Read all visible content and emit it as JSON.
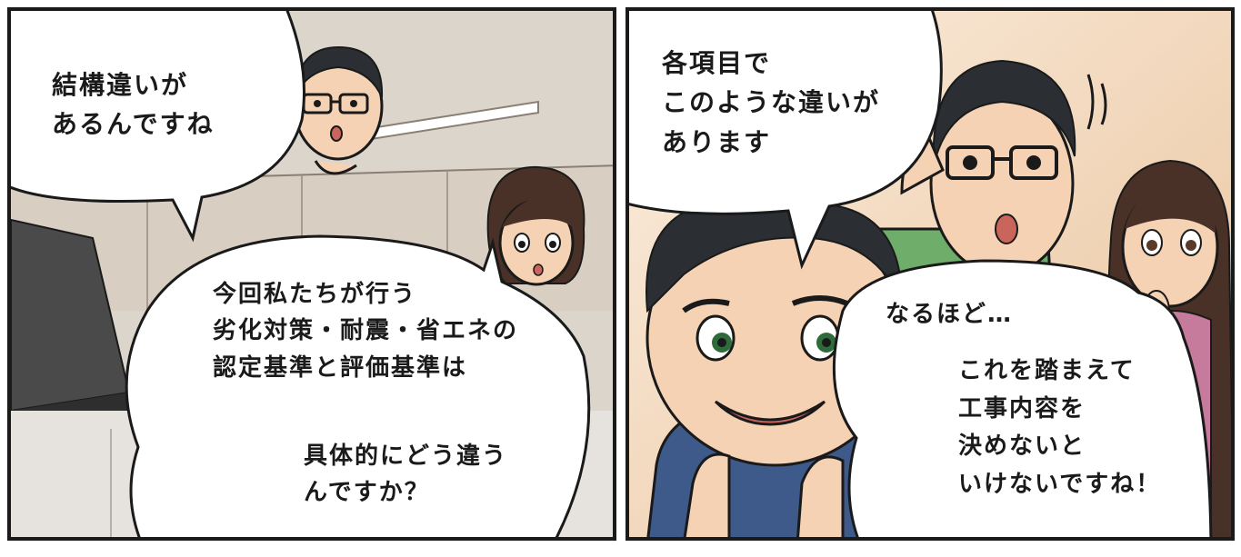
{
  "panels": [
    {
      "speech": {
        "kekkou": [
          "結構違いが",
          "あるんですね"
        ],
        "question_intro": [
          "今回私たちが行う",
          "劣化対策・耐震・省エネの",
          "認定基準と評価基準は"
        ],
        "question_end": [
          "具体的にどう違う",
          "んですか？"
        ]
      }
    },
    {
      "speech": {
        "items": [
          "各項目で",
          "このような違いが",
          "あります"
        ],
        "naruhodo": [
          "なるほど…"
        ],
        "conclusion": [
          "これを踏まえて",
          "工事内容を",
          "決めないと",
          "いけないですね！"
        ]
      }
    }
  ],
  "colors": {
    "border": "#1a1a1a",
    "left_bg": "#dcd5cc",
    "right_bg": "#f3dcc4",
    "skin": "#f6d2b4",
    "hair": "#2b2f33",
    "shirt_blue": "#3e5a8a",
    "shirt_green": "#6fae6a",
    "woman_top": "#c67a9c"
  }
}
